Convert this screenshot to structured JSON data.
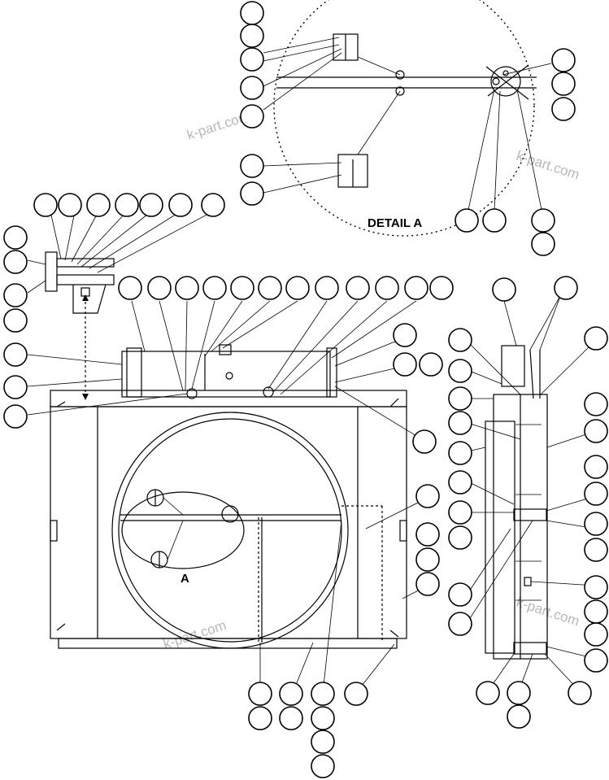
{
  "diagram": {
    "detail_title": "DETAIL A",
    "section_marker": "A",
    "watermark": "k-part.com",
    "line_color": "#000000",
    "watermark_color": "#b8b8b8"
  }
}
